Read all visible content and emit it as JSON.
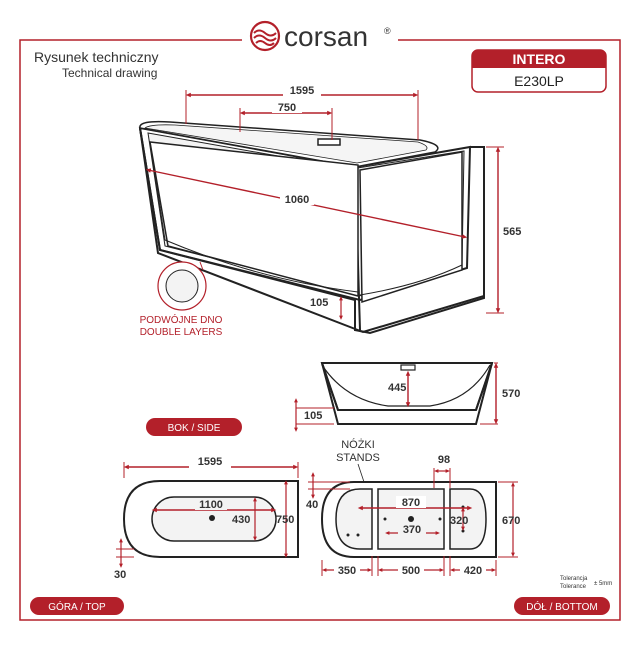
{
  "brand": {
    "name": "corsan",
    "reg": "®"
  },
  "title": {
    "pl": "Rysunek techniczny",
    "en": "Technical drawing"
  },
  "product": {
    "name": "INTERO",
    "code": "E230LP"
  },
  "colors": {
    "accent": "#b3202a",
    "line": "#222222",
    "fill_inner": "#f3f3f3"
  },
  "side_view": {
    "dims": {
      "length_top": "1595",
      "drain_offset": "750",
      "inner_length": "1060",
      "height": "565",
      "floor": "105"
    },
    "callout": {
      "line1": "PODWÓJNE DNO",
      "line2": "DOUBLE LAYERS"
    }
  },
  "section_view": {
    "dims": {
      "depth": "445",
      "height": "570",
      "floor": "105"
    }
  },
  "labels": {
    "side": "BOK / SIDE",
    "top": "GÓRA / TOP",
    "bottom": "DÓŁ / BOTTOM",
    "stands_pl": "NÓŻKI",
    "stands_en": "STANDS"
  },
  "top_view": {
    "dims": {
      "length": "1595",
      "inner_length": "1100",
      "inner_width": "430",
      "width": "750",
      "rim": "30"
    }
  },
  "bottom_view": {
    "dims": {
      "offset": "40",
      "span": "870",
      "foot_width": "98",
      "center": "370",
      "width_inner": "320",
      "width": "670",
      "left": "350",
      "mid": "500",
      "right": "420"
    }
  },
  "tolerance": {
    "pl": "Tolerancja",
    "en": "Tolerance",
    "value": "± 5mm"
  }
}
